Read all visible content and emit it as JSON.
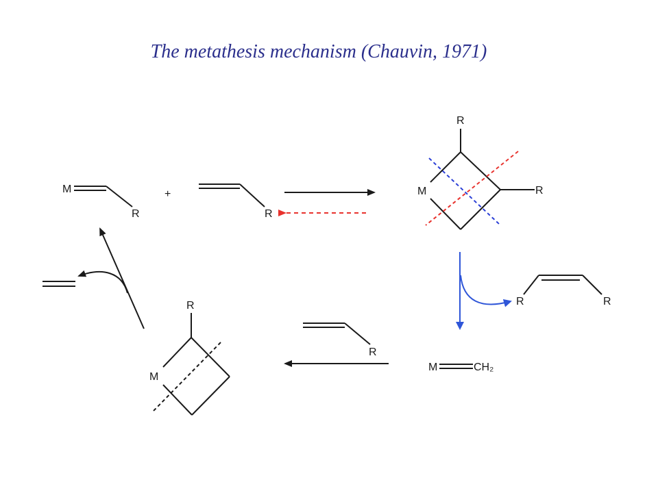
{
  "title": "The metathesis mechanism (Chauvin, 1971)",
  "labels": {
    "metal": "M",
    "substituent": "R",
    "plus": "+",
    "methylidene": "M═CH₂",
    "ch2": "CH₂"
  },
  "colors": {
    "title": "#2b2f8c",
    "ink": "#1a1a1a",
    "cleave_red": "#e8322d",
    "cleave_blue": "#2b3fd6",
    "arrow_blue": "#2f56d8"
  }
}
